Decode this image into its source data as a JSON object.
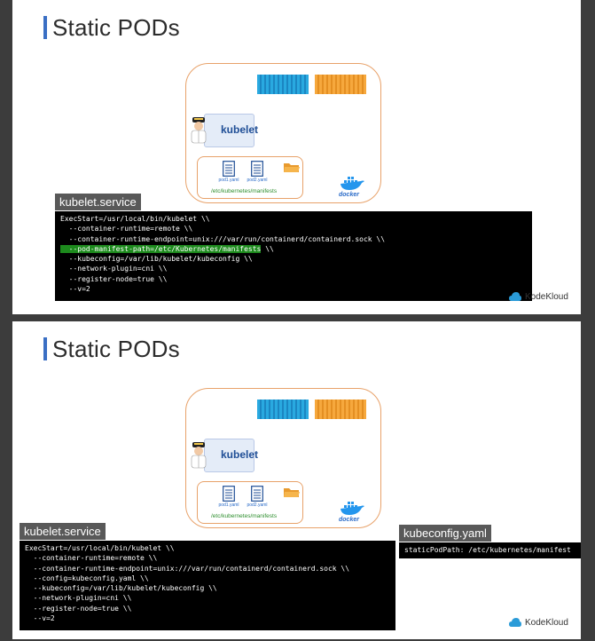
{
  "slides": [
    {
      "title": "Static PODs",
      "kubelet_label": "kubelet",
      "pod_files": [
        "pod1.yaml",
        "pod2.yaml"
      ],
      "manifest_path": "/etc/kubernetes/manifests",
      "docker_label": "docker",
      "panel_title": "kubelet.service",
      "code": [
        "ExecStart=/usr/local/bin/kubelet \\\\",
        "  --container-runtime=remote \\\\",
        "  --container-runtime-endpoint=unix:///var/run/containerd/containerd.sock \\\\",
        "  --pod-manifest-path=/etc/Kubernetes/manifests",
        "  --kubeconfig=/var/lib/kubelet/kubeconfig \\\\",
        "  --network-plugin=cni \\\\",
        "  --register-node=true \\\\",
        "  --v=2"
      ],
      "highlight_suffix": " \\\\",
      "brand": "KodeKloud"
    },
    {
      "title": "Static PODs",
      "kubelet_label": "kubelet",
      "pod_files": [
        "pod1.yaml",
        "pod2.yaml"
      ],
      "manifest_path": "/etc/kubernetes/manifests",
      "docker_label": "docker",
      "panel_title": "kubelet.service",
      "code": [
        "ExecStart=/usr/local/bin/kubelet \\\\",
        "  --container-runtime=remote \\\\",
        "  --container-runtime-endpoint=unix:///var/run/containerd/containerd.sock \\\\",
        "  --config=kubeconfig.yaml \\\\",
        "  --kubeconfig=/var/lib/kubelet/kubeconfig \\\\",
        "  --network-plugin=cni \\\\",
        "  --register-node=true \\\\",
        "  --v=2"
      ],
      "config_panel_title": "kubeconfig.yaml",
      "config_code": "staticPodPath: /etc/kubernetes/manifest",
      "brand": "KodeKloud"
    }
  ],
  "colors": {
    "title_accent": "#3a6fc4",
    "highlight": "#1d8a1d",
    "node_border": "#e8a26a"
  }
}
